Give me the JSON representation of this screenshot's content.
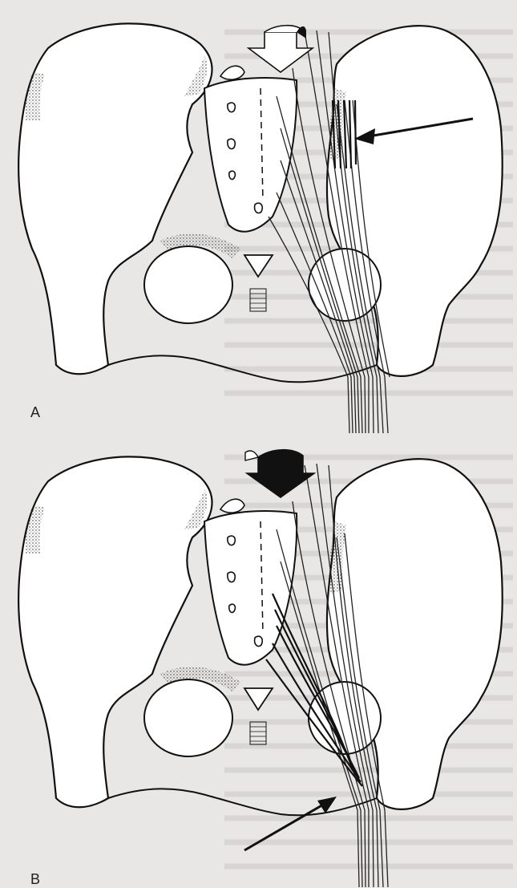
{
  "figures": [
    {
      "label": "A",
      "arrow_style": "outline",
      "pointer": "iliac-wing"
    },
    {
      "label": "B",
      "arrow_style": "filled",
      "pointer": "lower-pelvis"
    }
  ],
  "colors": {
    "background": "#e9e6e6",
    "ink": "#111111",
    "paper": "#ffffff"
  },
  "icons": {
    "press_down": "down-arrow-icon",
    "pointer": "long-arrow-icon"
  }
}
